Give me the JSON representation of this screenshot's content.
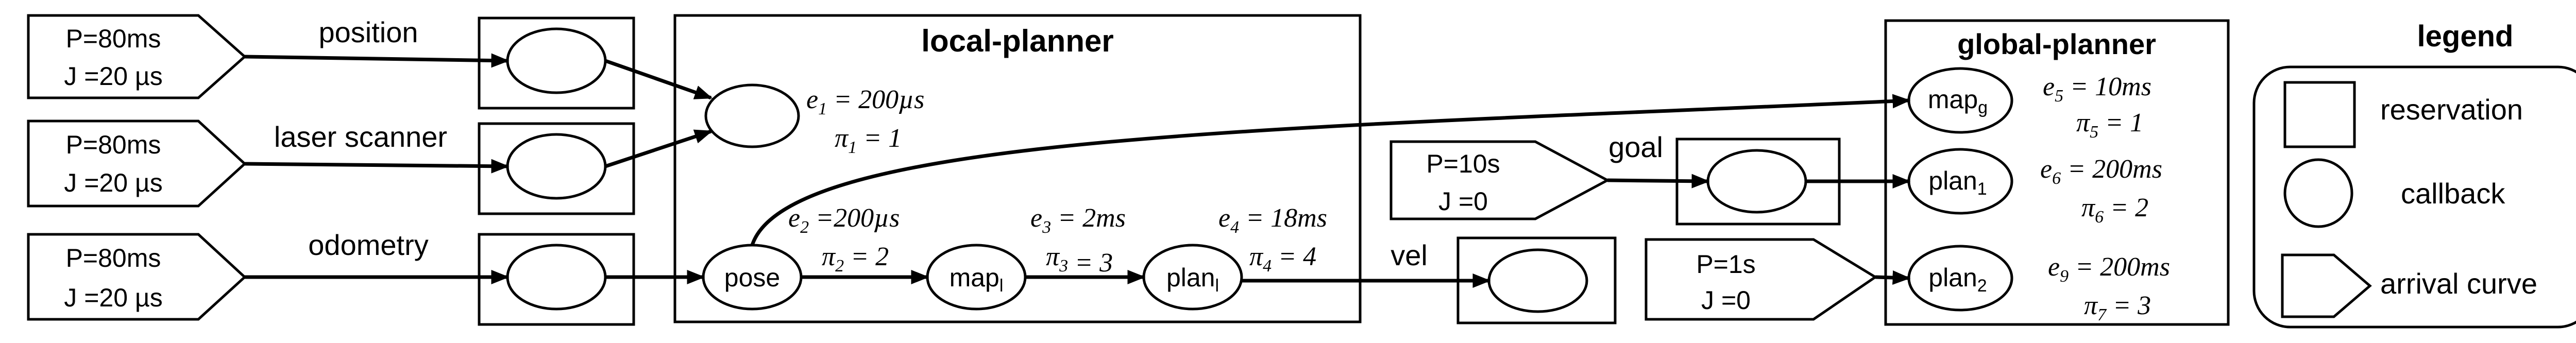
{
  "titles": {
    "local_planner": "local-planner",
    "global_planner": "global-planner",
    "legend": "legend"
  },
  "sources": {
    "position": {
      "p": "P=80ms",
      "j": "J =20 µs"
    },
    "laser": {
      "p": "P=80ms",
      "j": "J =20 µs"
    },
    "odometry": {
      "p": "P=80ms",
      "j": "J =20 µs"
    },
    "goal": {
      "p": "P=10s",
      "j": "J =0"
    },
    "timer": {
      "p": "P=1s",
      "j": "J =0"
    }
  },
  "topics": {
    "position": "position",
    "laser": "laser scanner",
    "odometry": "odometry",
    "goal": "goal",
    "vel": "vel"
  },
  "callbacks": {
    "pose": "pose",
    "map_l": "map",
    "map_l_sub": "l",
    "plan_l": "plan",
    "plan_l_sub": "l",
    "map_g": "map",
    "map_g_sub": "g",
    "plan1": "plan",
    "plan1_sub": "1",
    "plan2": "plan",
    "plan2_sub": "2"
  },
  "params": {
    "e1": {
      "e": "e",
      "sub": "1",
      "val": " = 200µs",
      "pi": "π",
      "pisub": "1",
      "pival": " = 1"
    },
    "e2": {
      "e": "e",
      "sub": "2",
      "val": " =200µs",
      "pi": "π",
      "pisub": "2",
      "pival": " = 2"
    },
    "e3": {
      "e": "e",
      "sub": "3",
      "val": " = 2ms",
      "pi": "π",
      "pisub": "3",
      "pival": " = 3"
    },
    "e4": {
      "e": "e",
      "sub": "4",
      "val": " = 18ms",
      "pi": "π",
      "pisub": "4",
      "pival": " = 4"
    },
    "e5": {
      "e": "e",
      "sub": "5",
      "val": " = 10ms",
      "pi": "π",
      "pisub": "5",
      "pival": " = 1"
    },
    "e6": {
      "e": "e",
      "sub": "6",
      "val": " = 200ms",
      "pi": "π",
      "pisub": "6",
      "pival": " = 2"
    },
    "e9": {
      "e": "e",
      "sub": "9",
      "val": " = 200ms",
      "pi": "π",
      "pisub": "7",
      "pival": " = 3"
    }
  },
  "legend": {
    "reservation": "reservation",
    "callback": "callback",
    "arrival_curve": "arrival curve"
  }
}
